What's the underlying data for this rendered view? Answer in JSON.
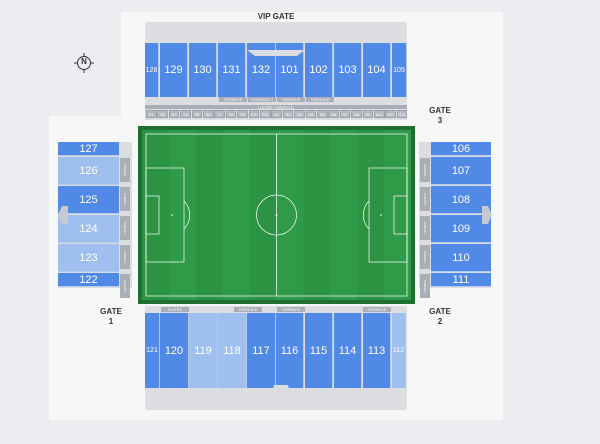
{
  "gates": {
    "vip": "VIP GATE",
    "gate3": [
      "GATE",
      "3"
    ],
    "gate1": [
      "GATE",
      "1"
    ],
    "gate2": [
      "GATE",
      "2"
    ]
  },
  "compass": "N",
  "north_stand": {
    "sections": [
      "128",
      "129",
      "130",
      "131",
      "132",
      "101",
      "102",
      "103",
      "104",
      "105"
    ],
    "club_labels": [
      "TERRACE",
      "TERRACE 2",
      "TERRACE",
      "TERRACE"
    ],
    "lodge_label": "LODGE / MIDFIELD",
    "boxes": [
      "S1",
      "S2",
      "S3",
      "S4",
      "S5",
      "S6",
      "S7",
      "S8",
      "S9",
      "S10",
      "S11",
      "N1",
      "N2",
      "N3",
      "N4",
      "N5",
      "N6",
      "N7",
      "N8",
      "N9",
      "N10",
      "N11",
      "N12"
    ]
  },
  "south_stand": {
    "sections": [
      "121",
      "120",
      "119",
      "118",
      "117",
      "116",
      "115",
      "114",
      "113",
      "112"
    ],
    "club_labels": [
      "SUITES",
      "TERRACE",
      "TERRACE",
      "TERRACE"
    ]
  },
  "west_stand": {
    "sections": [
      "127",
      "126",
      "125",
      "124",
      "123",
      "122"
    ],
    "tab_labels": [
      "CABANA",
      "CABANA",
      "CABANA",
      "CABANA",
      "CABANA"
    ]
  },
  "east_stand": {
    "sections": [
      "106",
      "107",
      "108",
      "109",
      "110",
      "111"
    ],
    "tab_labels": [
      "CABANA",
      "CABANA",
      "CABANA",
      "CABANA",
      "CABANA"
    ]
  },
  "colors": {
    "section_dark": "#5189e6",
    "section_light": "#9fc0ef",
    "pitch": "#2f9a47",
    "pitch_stripe": "#2c9343",
    "pitch_border": "#1f6e32"
  }
}
